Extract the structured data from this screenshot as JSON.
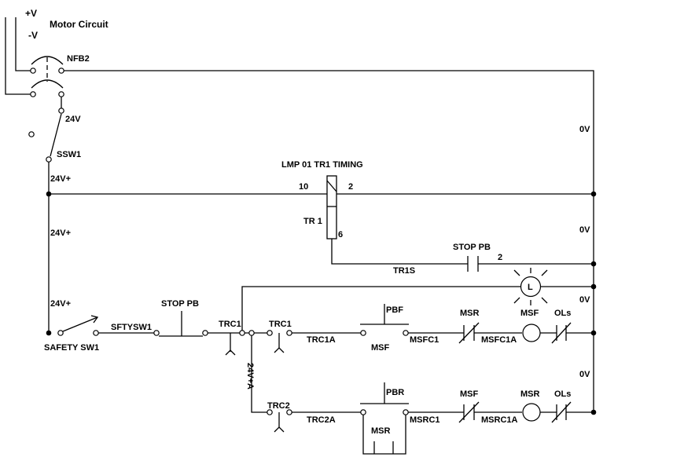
{
  "title": "Motor Circuit",
  "supply": {
    "positive": "+V",
    "negative": "-V"
  },
  "breaker": "NFB2",
  "voltages": {
    "v24": "24V",
    "v24plus_1": "24V+",
    "v24plus_2": "24V+",
    "v24plus_3": "24V+",
    "v24plus_a": "24V+A",
    "zero_1": "0V",
    "zero_2": "0V",
    "zero_3": "0V",
    "zero_4": "0V"
  },
  "switches": {
    "selector": "SSW1",
    "safety": "SAFETY SW1",
    "safety_wire": "SFTYSW1"
  },
  "timer": {
    "heading": "LMP 01 TR1 TIMING",
    "name": "TR 1",
    "pin_10": "10",
    "pin_2": "2",
    "pin_6": "6",
    "contact": "TR1S"
  },
  "stop_pb": {
    "top": "STOP PB",
    "top_pin": "2",
    "main": "STOP PB"
  },
  "trc": {
    "trc1_a": "TRC1",
    "trc1_b": "TRC1",
    "trc2": "TRC2",
    "trc1a": "TRC1A",
    "trc2a": "TRC2A"
  },
  "forward": {
    "pb": "PBF",
    "coil_contact": "MSF",
    "wire1": "MSFC1",
    "nc_label": "MSR",
    "wire2": "MSFC1A",
    "coil": "MSF",
    "ol": "OLs"
  },
  "reverse": {
    "pb": "PBR",
    "coil_contact": "MSR",
    "wire1": "MSRC1",
    "nc_label": "MSF",
    "wire2": "MSRC1A",
    "coil": "MSR",
    "ol": "OLs"
  },
  "lamp": "L"
}
